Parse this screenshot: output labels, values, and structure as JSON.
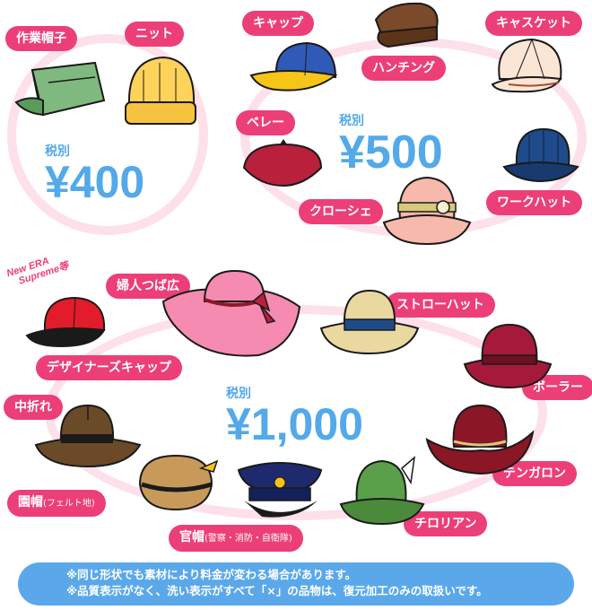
{
  "groups": [
    {
      "price_label": "税別",
      "price": "¥400",
      "items": [
        "作業帽子",
        "ニット"
      ]
    },
    {
      "price_label": "税別",
      "price": "¥500",
      "items": [
        "キャップ",
        "ハンチング",
        "キャスケット",
        "ベレー",
        "ワークハット",
        "クローシェ"
      ]
    },
    {
      "price_label": "税別",
      "price": "¥1,000",
      "brand_note": [
        "New ERA",
        "Supreme等"
      ],
      "items": [
        "婦人つば広",
        "ストローハット",
        "デザイナーズキャップ",
        "中折れ",
        "ボーラー",
        "テンガロン",
        "チロリアン"
      ],
      "felt_item": {
        "name": "園帽",
        "detail": "(フェルト地)"
      },
      "official_item": {
        "name": "官帽",
        "detail": "(警察・消防・自衛隊)"
      }
    }
  ],
  "notes": [
    "※同じ形状でも素材により料金が変わる場合があります。",
    "※品質表示がなく、洗い表示がすべて「×」の品物は、復元加工のみの取扱いです。"
  ],
  "colors": {
    "accent_pink": "#ec3f77",
    "price_blue": "#53a9ea",
    "ring_pink": "#fde0ea",
    "note_bg": "#5aa8ea"
  }
}
